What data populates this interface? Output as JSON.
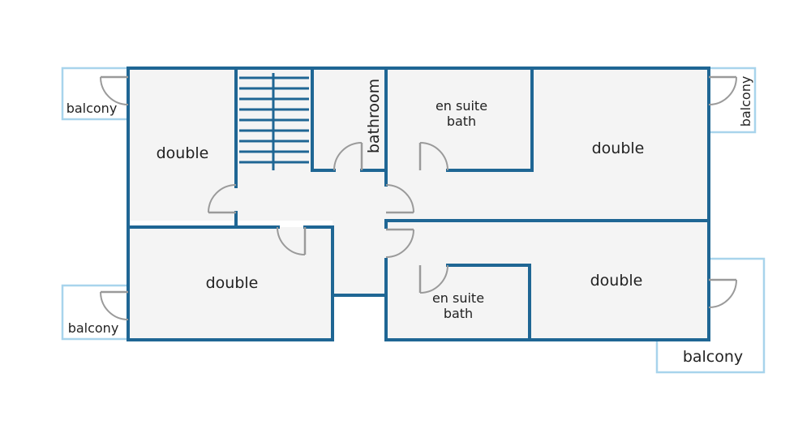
{
  "colors": {
    "wall": "#1f6694",
    "balcony": "#a8d4ec",
    "floor": "#f4f4f4",
    "door": "#9a9a9a"
  },
  "rooms": {
    "double_top_left": "double",
    "double_bottom_left": "double",
    "double_top_right": "double",
    "double_bottom_right": "double",
    "bathroom": "bathroom",
    "ensuite_top_line1": "en suite",
    "ensuite_top_line2": "bath",
    "ensuite_bottom_line1": "en suite",
    "ensuite_bottom_line2": "bath"
  },
  "balconies": {
    "top_left": "balcony",
    "bottom_left": "balcony",
    "top_right": "balcony",
    "bottom_right": "balcony"
  }
}
